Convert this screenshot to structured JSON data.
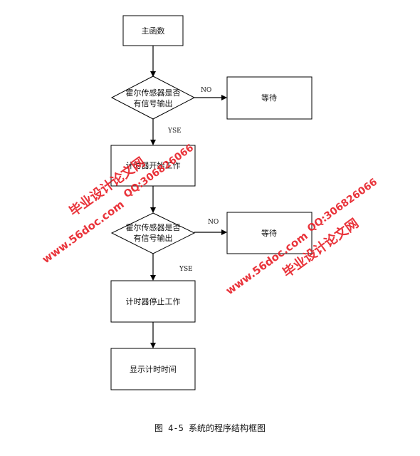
{
  "nodes": {
    "main": "主函数",
    "hall_q1_line1": "霍尔传感器是否",
    "hall_q1_line2": "有信号输出",
    "wait1": "等待",
    "timer_start": "计时器开始工作",
    "hall_q2_line1": "霍尔传感器是否",
    "hall_q2_line2": "有信号输出",
    "wait2": "等待",
    "timer_stop": "计时器停止工作",
    "show_time": "显示计时时间"
  },
  "edges": {
    "no1": "NO",
    "yes1": "YSE",
    "no2": "NO",
    "yes2": "YSE"
  },
  "caption": "图 4-5 系统的程序结构框图",
  "watermark": {
    "site": "www.56doc.com",
    "name": "毕业设计论文网",
    "qq": "QQ:306826066",
    "color": "#e8222a"
  }
}
